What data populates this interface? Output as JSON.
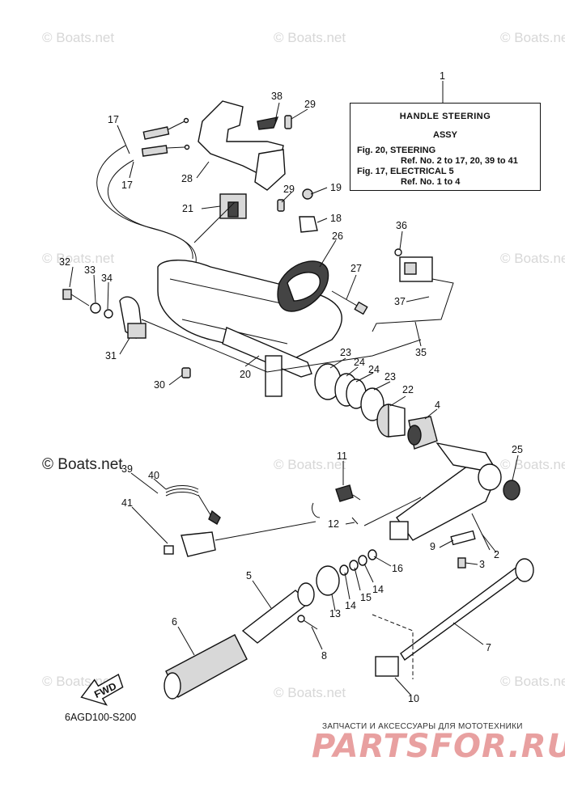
{
  "watermark": {
    "text": "© Boats.net",
    "dark_text": "© Boats.net"
  },
  "info_box": {
    "title": "HANDLE STEERING",
    "subtitle": "ASSY",
    "line1": "Fig. 20, STEERING",
    "line2": "Ref. No. 2 to 17, 20, 39 to 41",
    "line3": "Fig. 17, ELECTRICAL 5",
    "line4": "Ref. No. 1 to 4"
  },
  "callouts": {
    "c1": "1",
    "c2": "2",
    "c3": "3",
    "c4": "4",
    "c5": "5",
    "c6": "6",
    "c7": "7",
    "c8": "8",
    "c9": "9",
    "c10": "10",
    "c11": "11",
    "c12": "12",
    "c13": "13",
    "c14a": "14",
    "c14b": "14",
    "c15": "15",
    "c16": "16",
    "c17a": "17",
    "c17b": "17",
    "c18": "18",
    "c19": "19",
    "c20": "20",
    "c21": "21",
    "c22": "22",
    "c23a": "23",
    "c23b": "23",
    "c24a": "24",
    "c24b": "24",
    "c25": "25",
    "c26": "26",
    "c27": "27",
    "c28": "28",
    "c29a": "29",
    "c29b": "29",
    "c30": "30",
    "c31": "31",
    "c32": "32",
    "c33": "33",
    "c34": "34",
    "c35": "35",
    "c36": "36",
    "c37": "37",
    "c38": "38",
    "c39": "39",
    "c40": "40",
    "c41": "41"
  },
  "fwd_label": "FWD",
  "diagram_code": "6AGD100-S200",
  "footer": {
    "text": "ЗАПЧАСТИ И АКСЕССУАРЫ ДЛЯ МОТОТЕХНИКИ",
    "brand": "PARTSFOR.RU"
  }
}
